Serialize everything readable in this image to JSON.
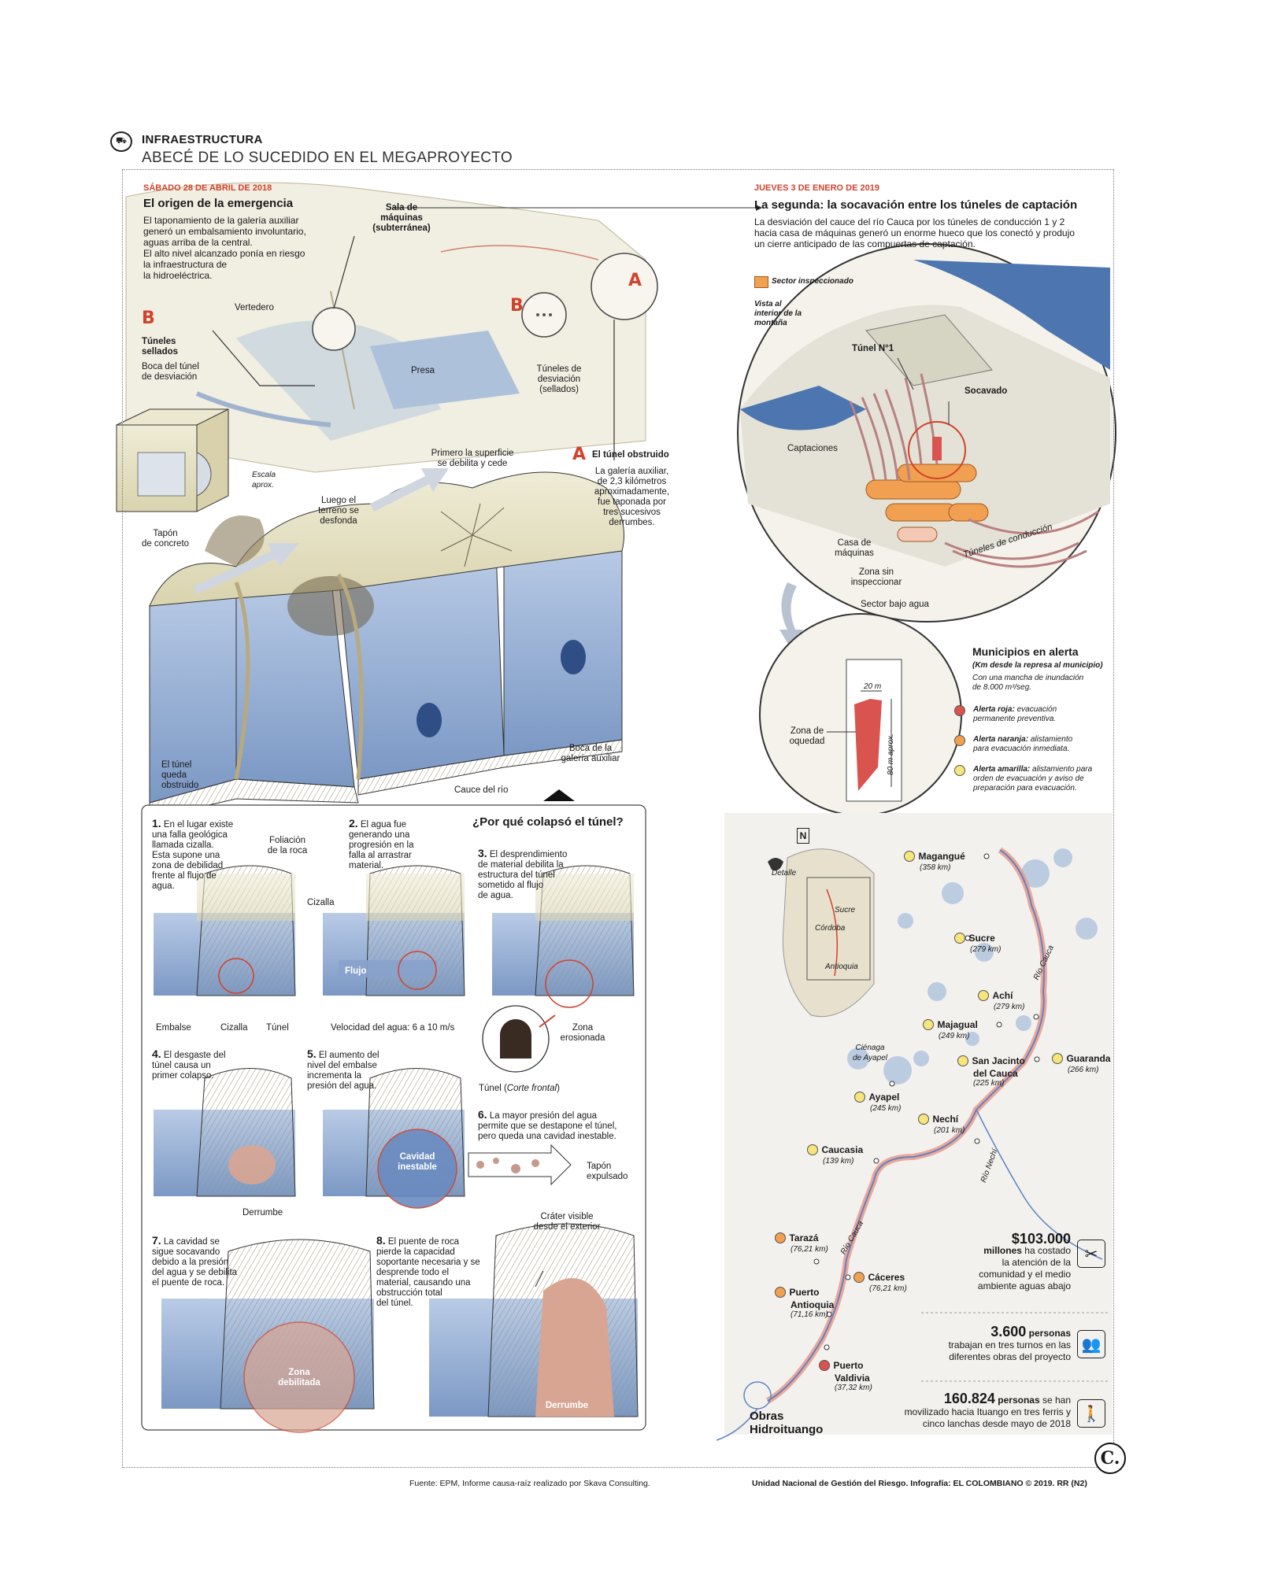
{
  "header": {
    "section": "INFRAESTRUCTURA",
    "subtitle": "ABECÉ DE LO SUCEDIDO EN EL MEGAPROYECTO"
  },
  "left_intro": {
    "date": "SÁBADO 28 DE ABRIL DE 2018",
    "title": "El origen de la emergencia",
    "lines": [
      "El taponamiento de la galería auxiliar",
      "generó un embalsamiento involuntario,",
      "aguas arriba de la central.",
      "El alto nivel alcanzado ponía en riesgo",
      "la infraestructura de",
      "la hidroeléctrica."
    ]
  },
  "left_labels": {
    "sala": [
      "Sala de",
      "máquinas",
      "(subterránea)"
    ],
    "vertedero": "Vertedero",
    "presa": "Presa",
    "tuneles_desv": [
      "Túneles de",
      "desviación",
      "(sellados)"
    ],
    "letter_a": "A",
    "letter_b": "B",
    "tuneles_sellados": [
      "Túneles",
      "sellados"
    ],
    "boca_desv": [
      "Boca del túnel",
      "de desviación"
    ],
    "escala": [
      "Escala",
      "aprox."
    ],
    "tapon": [
      "Tapón",
      "de concreto"
    ],
    "tunel_obstruido_title": "El túnel obstruido",
    "tunel_obstruido": [
      "La galería auxiliar,",
      "de 2,3 kilómetros",
      "aproximadamente,",
      "fue taponada por",
      "tres sucesivos",
      "derrumbes."
    ],
    "primero": [
      "Primero la superficie",
      "se debilita y cede"
    ],
    "luego": [
      "Luego el",
      "terreno se",
      "desfonda"
    ],
    "queda": [
      "El túnel",
      "queda",
      "obstruido"
    ],
    "cauce": "Cauce del río",
    "boca_galeria": [
      "Boca de la",
      "galería auxiliar"
    ]
  },
  "why": {
    "title": "¿Por qué colapsó el túnel?",
    "steps": [
      {
        "n": "1.",
        "lines": [
          "En el lugar existe",
          "una falla geológica",
          "llamada cizalla.",
          "Esta supone una",
          "zona de debilidad",
          "frente al flujo de",
          "agua."
        ]
      },
      {
        "n": "2.",
        "lines": [
          "El agua fue",
          "generando una",
          "progresión en la",
          "falla al arrastrar",
          "material."
        ]
      },
      {
        "n": "3.",
        "lines": [
          "El desprendimiento",
          "de material debilita la",
          "estructura del túnel",
          "sometido al flujo",
          "de agua."
        ]
      },
      {
        "n": "4.",
        "lines": [
          "El desgaste del",
          "túnel causa un",
          "primer colapso."
        ]
      },
      {
        "n": "5.",
        "lines": [
          "El aumento del",
          "nivel del embalse",
          "incrementa la",
          "presión del agua."
        ]
      },
      {
        "n": "6.",
        "lines": [
          "La mayor presión del agua",
          "permite que se destapone el túnel,",
          "pero queda una cavidad inestable."
        ]
      },
      {
        "n": "7.",
        "lines": [
          "La cavidad se",
          "sigue socavando",
          "debido a la presión",
          "del agua y se debilita",
          "el puente de roca."
        ]
      },
      {
        "n": "8.",
        "lines": [
          "El puente de roca",
          "pierde la capacidad",
          "soportante necesaria y se",
          "desprende todo el",
          "material, causando una",
          "obstrucción total",
          "del túnel."
        ]
      }
    ],
    "labels": {
      "foliacion": [
        "Foliación",
        "de la roca"
      ],
      "cizalla": "Cizalla",
      "embalse": "Embalse",
      "cizalla2": "Cizalla",
      "tunel": "Túnel",
      "flujo": "Flujo",
      "velocidad": "Velocidad del agua: 6 a 10 m/s",
      "zona_erosionada": [
        "Zona",
        "erosionada"
      ],
      "tunel_corte": "Túnel (",
      "corte_frontal": "Corte frontal",
      "tunel_corte_end": ")",
      "derrumbe": "Derrumbe",
      "cavidad": [
        "Cavidad",
        "inestable"
      ],
      "tapon_exp": [
        "Tapón",
        "expulsado"
      ],
      "crater": [
        "Cráter visible",
        "desde el exterior"
      ],
      "zona_debilitada": [
        "Zona",
        "debilitada"
      ],
      "derrumbe2": "Derrumbe"
    }
  },
  "right_intro": {
    "date": "JUEVES 3 DE ENERO DE 2019",
    "title": "La segunda: la socavación entre los túneles de captación",
    "lines": [
      "La desviación del cauce del río Cauca por los túneles de conducción 1 y 2",
      "hacia casa de máquinas generó un enorme hueco que los conectó y produjo",
      "un cierre anticipado de las compuertas de captación."
    ]
  },
  "right_labels": {
    "sector_insp": "Sector inspeccionado",
    "vista": [
      "Vista al",
      "interior de la",
      "montaña"
    ],
    "tunel1": "Túnel N°1",
    "socavado": "Socavado",
    "captaciones": "Captaciones",
    "casa": [
      "Casa de",
      "máquinas"
    ],
    "zona_sin": [
      "Zona sin",
      "inspeccionar"
    ],
    "sector_agua": "Sector bajo agua",
    "conduccion": "Túneles de conducción",
    "m20": "20 m",
    "m80": "80 m aprox.",
    "oquedad": [
      "Zona de",
      "oquedad"
    ]
  },
  "alerts": {
    "title": "Municipios en alerta",
    "subtitle": "(Km desde la represa al municipio)",
    "note": [
      "Con una mancha de inundación",
      "de 8.000 m³/seg."
    ],
    "items": [
      {
        "color": "#d9534f",
        "bold": "Alerta roja:",
        "text": [
          "evacuación",
          "permanente preventiva."
        ]
      },
      {
        "color": "#f0a050",
        "bold": "Alerta naranja:",
        "text": [
          "alistamiento",
          "para evacuación inmediata."
        ]
      },
      {
        "color": "#f5e57a",
        "bold": "Alerta amarilla:",
        "text": [
          "alistamiento para",
          "orden de evacuación y aviso de",
          "preparación para evacuación."
        ]
      }
    ]
  },
  "map": {
    "north": "N",
    "detalle": "Detalle",
    "depts": [
      "Sucre",
      "Córdoba",
      "Antioquia"
    ],
    "cienaga": [
      "Ciénaga",
      "de Ayapel"
    ],
    "rio_cauca": "Río Cauca",
    "rio_nechi": "Río Nechí",
    "obras": [
      "Obras",
      "Hidroituango"
    ],
    "towns": [
      {
        "name": "Magangué",
        "km": "(358 km)",
        "color": "#f5e57a"
      },
      {
        "name": "Sucre",
        "km": "(279 km)",
        "color": "#f5e57a"
      },
      {
        "name": "Achí",
        "km": "(279 km)",
        "color": "#f5e57a"
      },
      {
        "name": "Majagual",
        "km": "(249 km)",
        "color": "#f5e57a"
      },
      {
        "name": "Guaranda",
        "km": "(266 km)",
        "color": "#f5e57a"
      },
      {
        "name": "San Jacinto",
        "name2": "del Cauca",
        "km": "(225 km)",
        "color": "#f5e57a"
      },
      {
        "name": "Ayapel",
        "km": "(245 km)",
        "color": "#f5e57a"
      },
      {
        "name": "Nechí",
        "km": "(201 km)",
        "color": "#f5e57a"
      },
      {
        "name": "Caucasia",
        "km": "(139 km)",
        "color": "#f5e57a"
      },
      {
        "name": "Tarazá",
        "km": "(76,21 km)",
        "color": "#f0a050"
      },
      {
        "name": "Cáceres",
        "km": "(76,21 km)",
        "color": "#f0a050"
      },
      {
        "name": "Puerto",
        "name2": "Antioquia",
        "km": "(71,16 km)",
        "color": "#f0a050"
      },
      {
        "name": "Puerto",
        "name2": "Valdivia",
        "km": "(37,32 km)",
        "color": "#d9534f"
      }
    ]
  },
  "stats": [
    {
      "num": "$103.000",
      "bold2": "millones",
      "text": [
        "ha costado",
        "la atención de la",
        "comunidad y el medio",
        "ambiente aguas abajo"
      ],
      "icon": "fish-icon"
    },
    {
      "num": "3.600",
      "bold2": "personas",
      "text": [
        "trabajan en tres turnos en las",
        "diferentes obras del proyecto"
      ],
      "icon": "people-icon"
    },
    {
      "num": "160.824",
      "bold2": "personas",
      "text2": "se han",
      "text": [
        "movilizado hacia Ituango en tres ferris y",
        "cinco lanchas desde mayo de 2018"
      ],
      "icon": "walker-icon"
    }
  ],
  "footer": {
    "source": "Fuente: EPM, Informe causa-raíz realizado por Skava Consulting.",
    "credit": "Unidad Nacional de Gestión del Riesgo. Infografía: EL COLOMBIANO © 2019. RR (N2)",
    "logo": "C."
  },
  "colors": {
    "accent": "#d0432c",
    "water": "#8fa9cf",
    "rock": "#e8e4c8",
    "orange": "#f0a050",
    "yellow": "#f5e57a",
    "red": "#d9534f"
  }
}
